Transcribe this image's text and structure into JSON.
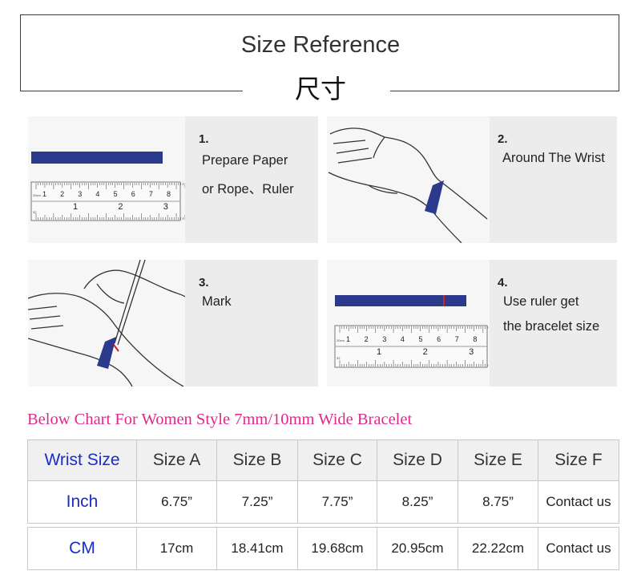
{
  "header": {
    "title": "Size Reference",
    "subtitle": "尺寸"
  },
  "steps": [
    {
      "number": "1.",
      "lines": [
        "Prepare Paper",
        "or  Rope、Ruler"
      ]
    },
    {
      "number": "2.",
      "lines": [
        "Around The Wrist"
      ]
    },
    {
      "number": "3.",
      "lines": [
        "Mark"
      ]
    },
    {
      "number": "4.",
      "lines": [
        "Use ruler get",
        "the bracelet size"
      ]
    }
  ],
  "ruler": {
    "inch_ticks": [
      "1",
      "2",
      "3",
      "4",
      "5",
      "6",
      "7",
      "8"
    ],
    "cm_ticks": [
      "1",
      "2",
      "3"
    ],
    "small_labels": [
      "20cm",
      "32"
    ]
  },
  "chart_title": "Below Chart For Women Style 7mm/10mm Wide Bracelet",
  "table": {
    "headers": [
      "Wrist Size",
      "Size A",
      "Size B",
      "Size C",
      "Size D",
      "Size E",
      "Size F"
    ],
    "rows": [
      [
        "Inch",
        "6.75”",
        "7.25”",
        "7.75”",
        "8.25”",
        "8.75”",
        "Contact us"
      ],
      [
        "CM",
        "17cm",
        "18.41cm",
        "19.68cm",
        "20.95cm",
        "22.22cm",
        "Contact us"
      ]
    ]
  },
  "colors": {
    "band": "#2b3a8c",
    "mark": "#d42020",
    "chart_title": "#e0288a",
    "wrist_size": "#1a2cc9"
  }
}
